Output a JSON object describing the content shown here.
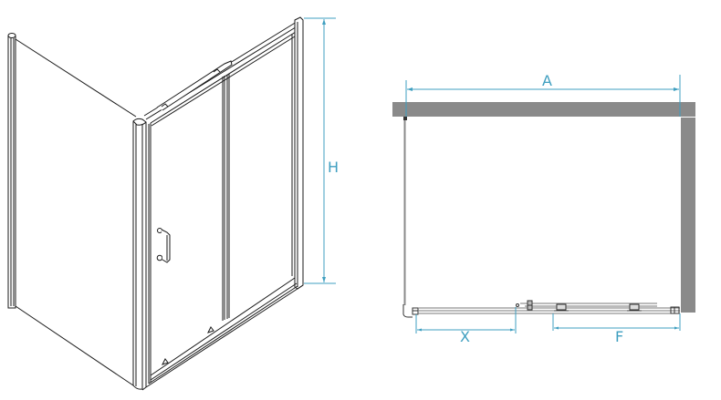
{
  "diagram": {
    "type": "technical-drawing",
    "subject": "sliding shower enclosure (door + side panel)",
    "views": [
      {
        "name": "isometric-view",
        "elements": [
          "side-panel",
          "front-sliding-door",
          "fixed-panel",
          "top-rail",
          "bottom-rail",
          "door-handle",
          "rollers"
        ]
      },
      {
        "name": "plan-view",
        "elements": [
          "wall-top",
          "wall-right",
          "side-panel-line",
          "door-track",
          "fixed-panel-track"
        ]
      }
    ],
    "dimensions": {
      "height_label": "H",
      "width_label": "A",
      "opening_label": "X",
      "fixed_label": "F"
    },
    "colors": {
      "line": "#1a1a1a",
      "dimension": "#3f9fc0",
      "wall": "#8a8a8a",
      "background": "#ffffff"
    }
  }
}
